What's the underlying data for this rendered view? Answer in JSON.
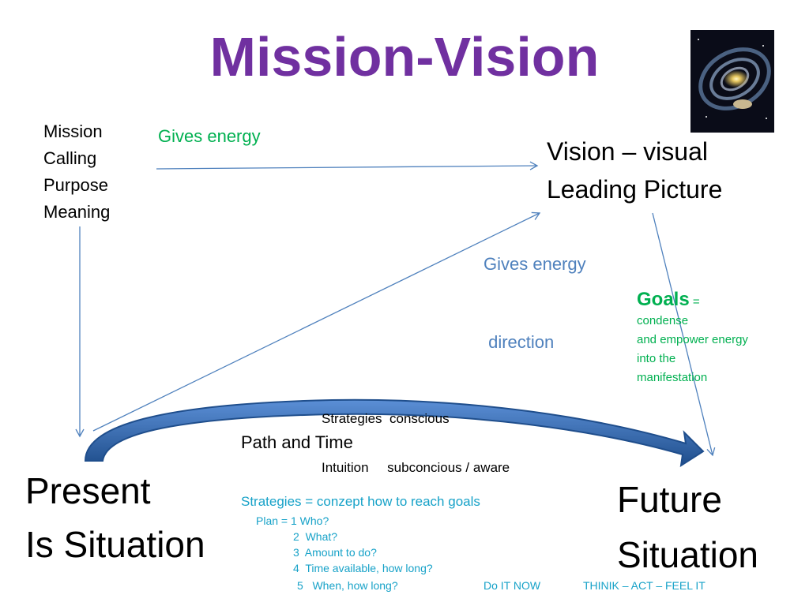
{
  "title": "Mission-Vision",
  "mission_list": [
    "Mission",
    "Calling",
    "Purpose",
    "Meaning"
  ],
  "gives_energy": "Gives energy",
  "vision": [
    "Vision – visual",
    "Leading Picture"
  ],
  "gives_energy_direction": [
    "Gives energy",
    " direction"
  ],
  "goals": {
    "title": "Goals",
    "equals": " =",
    "lines": [
      "condense",
      "and empower energy",
      "into the",
      "manifestation"
    ]
  },
  "strategies_line": "Strategies  conscious",
  "path_time": "Path and Time",
  "intuition_line": "Intuition     subconcious / aware",
  "present": [
    "Present",
    "Is Situation"
  ],
  "future": [
    "Future",
    "Situation"
  ],
  "strategies_def": "Strategies = conzept how to reach goals",
  "plan": {
    "line1": "Plan = 1 Who?",
    "line2": "2  What?",
    "line3": "3  Amount to do?",
    "line4": "4  Time available, how long?",
    "line5": "5   When, how long?",
    "do_it": "Do IT NOW",
    "thinik": "THINIK – ACT – FEEL IT"
  },
  "colors": {
    "title": "#7030a0",
    "green": "#00b050",
    "blue_text": "#4f81bd",
    "teal_text": "#17a2c8",
    "arrow_line": "#4f81bd",
    "big_arrow_dark": "#1f4e8c",
    "big_arrow_light": "#5b8fd6"
  },
  "icons": {
    "galaxy": "galaxy-image"
  }
}
